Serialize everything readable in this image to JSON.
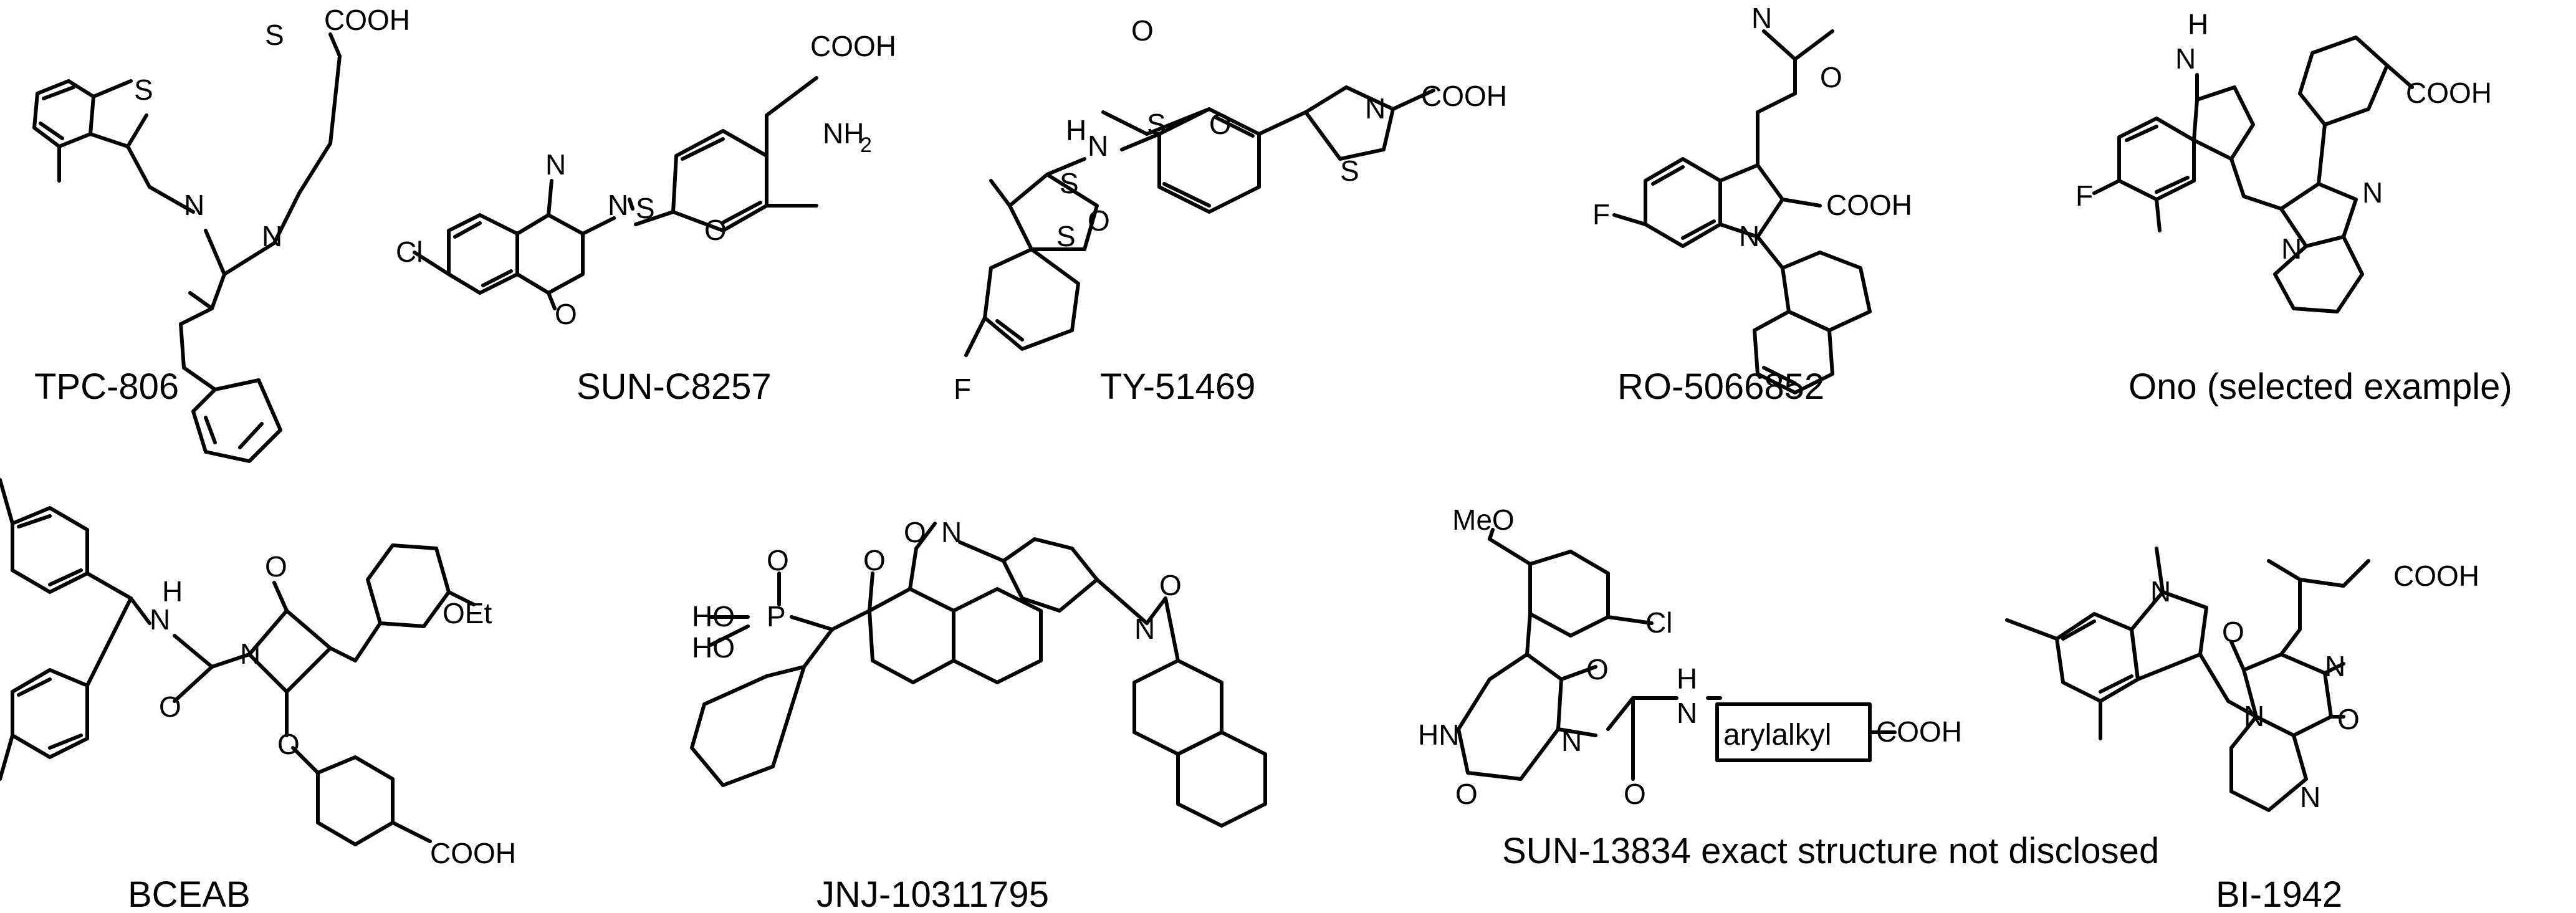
{
  "compounds": [
    {
      "label": "TPC-806"
    },
    {
      "label": "SUN-C8257"
    },
    {
      "label": "TY-51469"
    },
    {
      "label": "RO-5066852"
    },
    {
      "label": "Ono (selected example)"
    },
    {
      "label": "BCEAB"
    },
    {
      "label": "JNJ-10311795"
    },
    {
      "label": "SUN-13834 exact structure not disclosed"
    },
    {
      "label": "BI-1942"
    }
  ],
  "atoms": {
    "s": "S",
    "n": "N",
    "o": "O",
    "f": "F",
    "cl": "Cl",
    "h": "H",
    "p": "P",
    "cooh": "COOH",
    "nh2": "NH",
    "nh2_sub": "2",
    "meo": "MeO",
    "oet": "OEt",
    "ho": "HO",
    "hn": "HN"
  },
  "placeholder_box": "arylalkyl",
  "colors": {
    "ink": "#000000",
    "background": "#ffffff"
  }
}
